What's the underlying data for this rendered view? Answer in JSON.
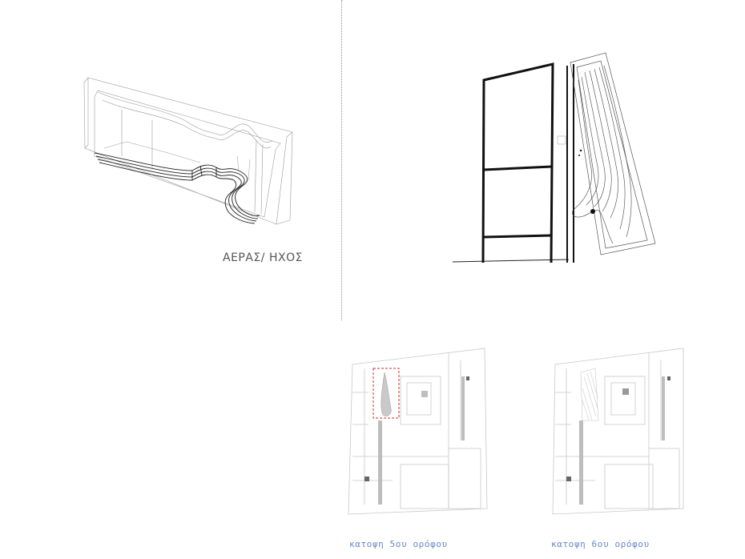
{
  "axonometric": {
    "label": "ΑΕΡΑΣ/ ΗΧΟΣ"
  },
  "plans": [
    {
      "caption": "κατοψη 5ου ορόφου",
      "highlight_color": "#d42a2a"
    },
    {
      "caption": "κατοψη 6ου ορόφου"
    }
  ],
  "colors": {
    "line": "#222222",
    "faint": "#bdbdbd",
    "caption": "#6b86c7",
    "divider": "#8a8ad8"
  }
}
